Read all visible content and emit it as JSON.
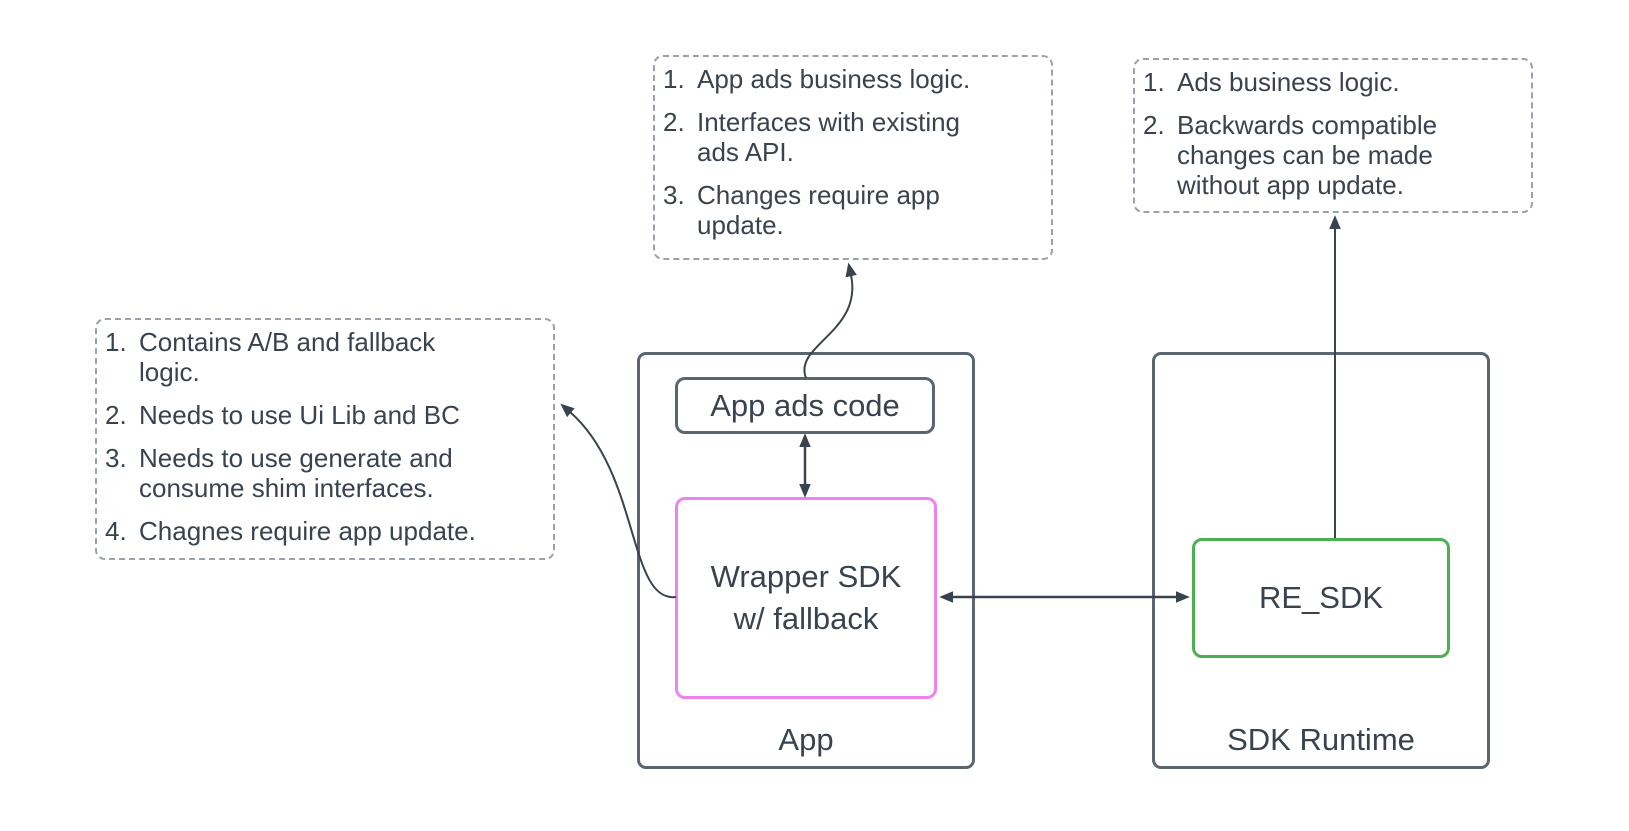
{
  "diagram": {
    "notes": {
      "app_ads_code_note": {
        "items": [
          {
            "lines": [
              "App ads business logic."
            ]
          },
          {
            "lines": [
              "Interfaces with existing",
              "ads API."
            ]
          },
          {
            "lines": [
              "Changes require app",
              "update."
            ]
          }
        ]
      },
      "re_sdk_note": {
        "items": [
          {
            "lines": [
              "Ads business logic."
            ]
          },
          {
            "lines": [
              "Backwards compatible",
              "changes can be made",
              "without app update."
            ]
          }
        ]
      },
      "wrapper_sdk_note": {
        "items": [
          {
            "lines": [
              "Contains A/B and fallback",
              "logic."
            ]
          },
          {
            "lines": [
              "Needs to use Ui Lib and BC"
            ]
          },
          {
            "lines": [
              "Needs to use generate and",
              "consume shim interfaces."
            ]
          },
          {
            "lines": [
              "Chagnes require app update."
            ]
          }
        ]
      }
    },
    "containers": {
      "app": {
        "label": "App"
      },
      "sdk_runtime": {
        "label": "SDK Runtime"
      }
    },
    "nodes": {
      "app_ads_code": {
        "label": "App ads code"
      },
      "wrapper_sdk": {
        "label_lines": [
          "Wrapper SDK",
          "w/ fallback"
        ]
      },
      "re_sdk": {
        "label": "RE_SDK"
      }
    },
    "colors": {
      "background": "#ffffff",
      "text": "#39434f",
      "container_border": "#5b6570",
      "note_border": "#9aa2ab",
      "wrapper_sdk_border": "#ee82ee",
      "re_sdk_border": "#4cb052",
      "connector": "#39434f"
    }
  }
}
